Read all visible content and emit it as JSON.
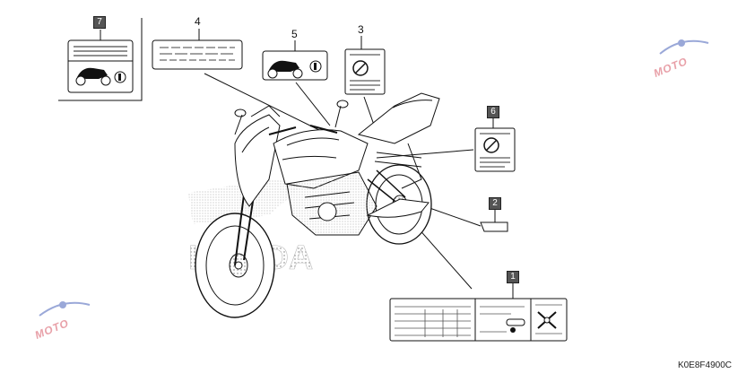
{
  "diagram": {
    "part_code": "K0E8F4900C",
    "watermark_text": "MOTO",
    "brand_text": "HONDA",
    "callouts": [
      {
        "id": "c1",
        "label": "1",
        "style": "boxed"
      },
      {
        "id": "c2",
        "label": "2",
        "style": "boxed"
      },
      {
        "id": "c3",
        "label": "3",
        "style": "plain"
      },
      {
        "id": "c4",
        "label": "4",
        "style": "plain"
      },
      {
        "id": "c5",
        "label": "5",
        "style": "plain"
      },
      {
        "id": "c6",
        "label": "6",
        "style": "boxed"
      },
      {
        "id": "c7",
        "label": "7",
        "style": "boxed"
      }
    ],
    "colors": {
      "line": "#111111",
      "label_fill": "#ffffff",
      "callout_box": "#555555",
      "watermark": "#e8a0a8",
      "watermark_accent": "#9aa8d8"
    }
  }
}
